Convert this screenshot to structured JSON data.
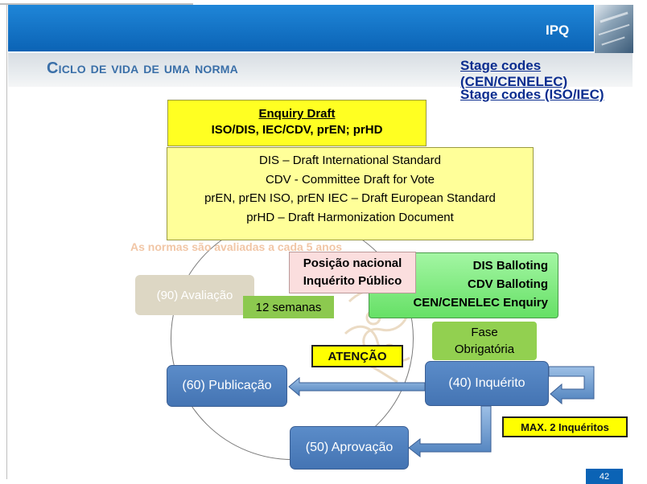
{
  "header": {
    "logo_text": "IPQ",
    "title": "Ciclo de vida de uma norma"
  },
  "links": {
    "stage_codes_cen": "Stage codes (CEN/CENELEC)",
    "stage_codes_iso": "Stage codes (ISO/IEC)"
  },
  "enquiry_draft": {
    "title": "Enquiry Draft",
    "subtitle": "ISO/DIS, IEC/CDV, prEN; prHD"
  },
  "definitions": [
    "DIS – Draft International Standard",
    "CDV - Committee Draft for Vote",
    "prEN, prEN ISO, prEN IEC – Draft European Standard",
    "prHD – Draft Harmonization Document"
  ],
  "faded_caption": "As normas são avaliadas a cada 5 anos",
  "nodes": {
    "avaliacao": "(90) Avaliação",
    "publicacao": "(60) Publicação",
    "inquerito": "(40) Inquérito",
    "aprovacao": "(50) Aprovação"
  },
  "posicao": [
    "Posição nacional",
    "Inquérito Público"
  ],
  "ballot": [
    "DIS Balloting",
    "CDV Balloting",
    "CEN/CENELEC Enquiry"
  ],
  "semanas": "12 semanas",
  "fase": [
    "Fase",
    "Obrigatória"
  ],
  "atencao": "ATENÇÃO",
  "max_inqueritos": "MAX. 2 Inquéritos",
  "slide_number": "42",
  "colors": {
    "header_blue": "#0b63b5",
    "stage_blue": "#4f81bd",
    "enquiry_yellow": "#ffff22",
    "definition_yellow": "#ffff99",
    "ballot_green": "#66e066",
    "fase_green": "#92d050",
    "posicao_pink": "#fbdede"
  }
}
